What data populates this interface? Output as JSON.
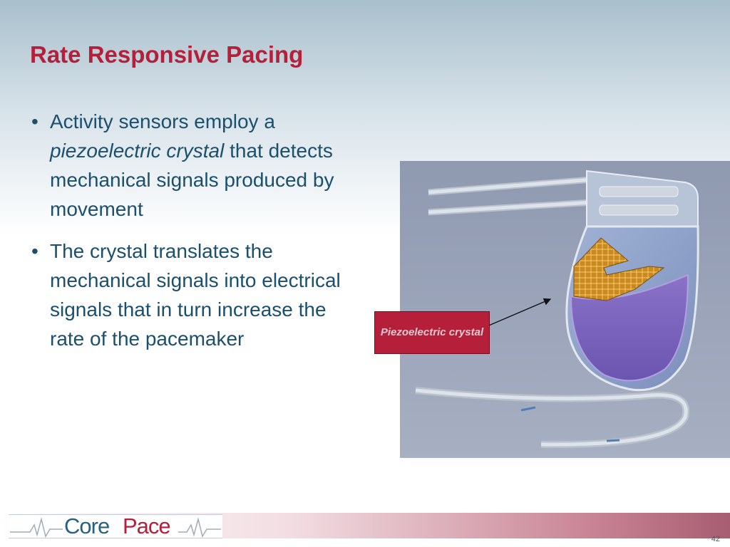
{
  "slide": {
    "title": "Rate Responsive Pacing",
    "page_number": "42"
  },
  "bullets": [
    {
      "marker": "•",
      "text_before": "Activity sensors employ a ",
      "text_italic": "piezoelectric crystal",
      "text_after": " that detects mechanical signals produced by movement"
    },
    {
      "marker": "•",
      "text": "The crystal translates the mechanical signals into electrical signals that in turn increase the rate of the pacemaker"
    }
  ],
  "figure": {
    "callout_label": "Piezoelectric crystal"
  },
  "footer": {
    "logo_core": "Core",
    "logo_pace": "Pace"
  },
  "colors": {
    "title": "#b51f3a",
    "body_text": "#1b4f6e",
    "callout_fill": "#b51f3a",
    "logo_core": "#26627f",
    "logo_pace": "#b51f3a"
  }
}
